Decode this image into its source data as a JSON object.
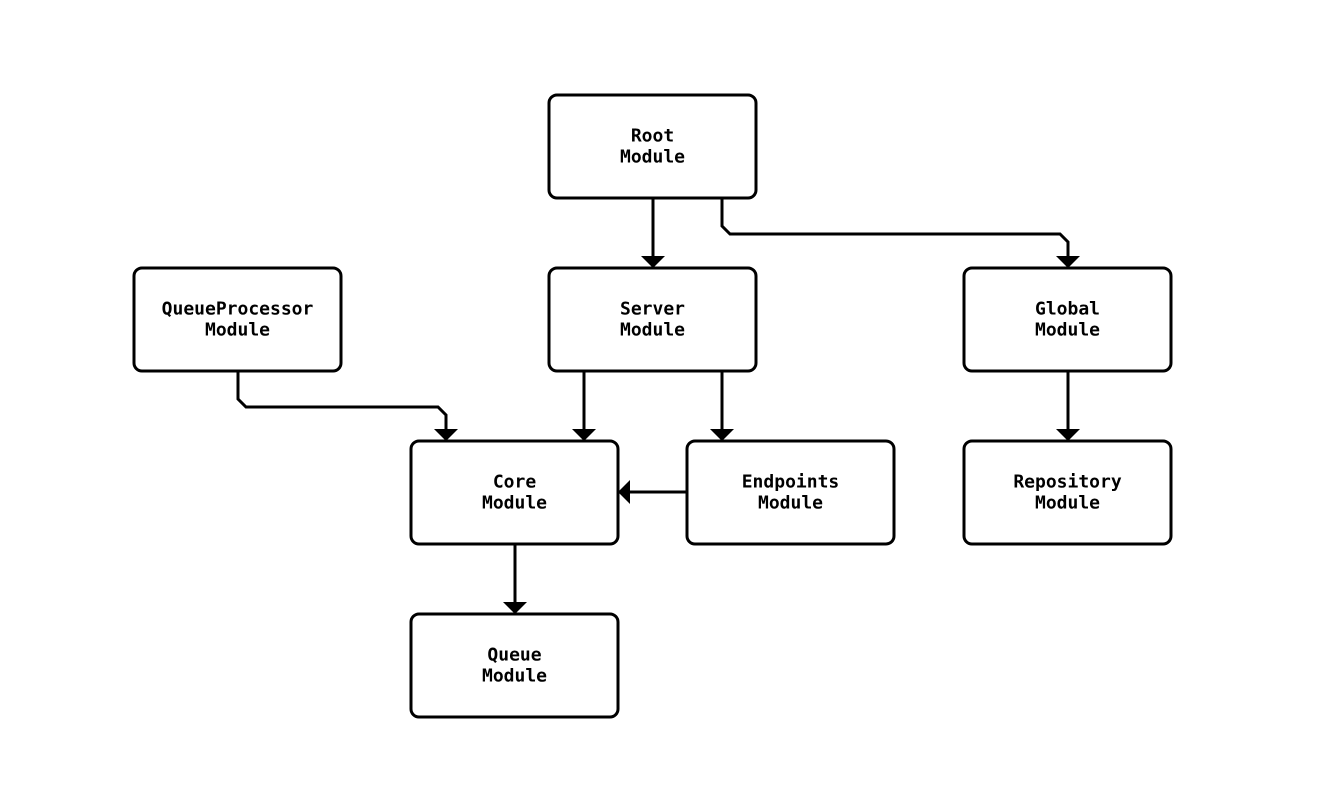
{
  "diagram": {
    "nodes": [
      {
        "id": "root",
        "lines": [
          "Root",
          "Module"
        ]
      },
      {
        "id": "server",
        "lines": [
          "Server",
          "Module"
        ]
      },
      {
        "id": "global",
        "lines": [
          "Global",
          "Module"
        ]
      },
      {
        "id": "queueprocessor",
        "lines": [
          "QueueProcessor",
          "Module"
        ]
      },
      {
        "id": "core",
        "lines": [
          "Core",
          "Module"
        ]
      },
      {
        "id": "endpoints",
        "lines": [
          "Endpoints",
          "Module"
        ]
      },
      {
        "id": "repository",
        "lines": [
          "Repository",
          "Module"
        ]
      },
      {
        "id": "queue",
        "lines": [
          "Queue",
          "Module"
        ]
      }
    ],
    "edges": [
      {
        "id": "root-server",
        "from": "root",
        "to": "server"
      },
      {
        "id": "root-global",
        "from": "root",
        "to": "global"
      },
      {
        "id": "queueprocessor-core",
        "from": "queueprocessor",
        "to": "core"
      },
      {
        "id": "server-core",
        "from": "server",
        "to": "core"
      },
      {
        "id": "server-endpoints",
        "from": "server",
        "to": "endpoints"
      },
      {
        "id": "endpoints-core",
        "from": "endpoints",
        "to": "core"
      },
      {
        "id": "global-repository",
        "from": "global",
        "to": "repository"
      },
      {
        "id": "core-queue",
        "from": "core",
        "to": "queue"
      }
    ],
    "colors": {
      "stroke": "#000000",
      "fill": "#ffffff",
      "background": "#ffffff"
    }
  }
}
